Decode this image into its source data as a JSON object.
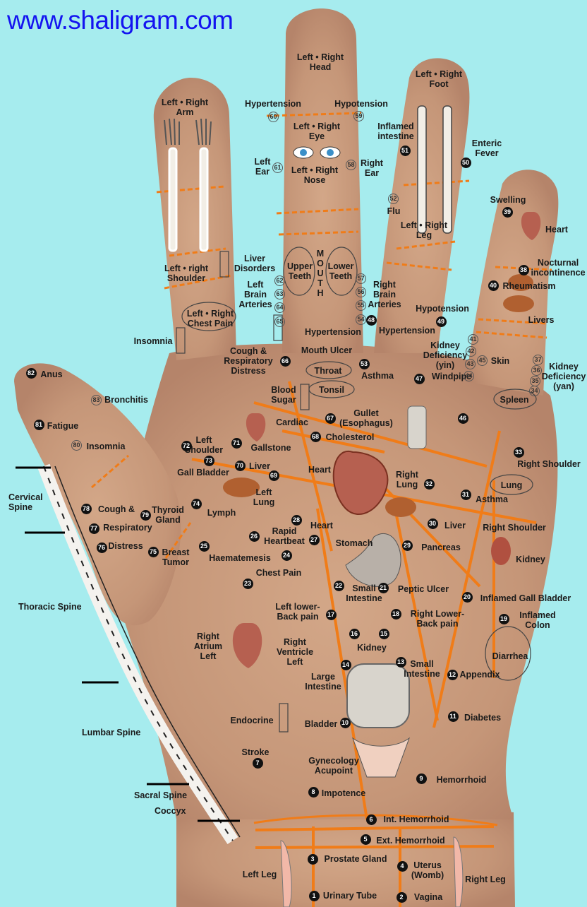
{
  "site": "www.shaligram.com",
  "labels": {
    "arm": "Left • Right\nArm",
    "head": "Left • Right\nHead",
    "foot": "Left • Right\nFoot",
    "hypertension_top": "Hypertension",
    "hypotension_top": "Hypotension",
    "eye": "Left • Right\nEye",
    "inflamed_intestine": "Inflamed\nintestine",
    "enteric_fever": "Enteric\nFever",
    "left_ear": "Left\nEar",
    "right_ear": "Right\nEar",
    "nose": "Left • Right\nNose",
    "flu": "Flu",
    "swelling": "Swelling",
    "heart_small": "Heart",
    "leg": "Left • Right\nLeg",
    "shoulder_top": "Left • right\nShoulder",
    "liver_disorders": "Liver\nDisorders",
    "upper_teeth": "Upper\nTeeth",
    "mouth": "M\nO\nU\nT\nH",
    "lower_teeth": "Lower\nTeeth",
    "left_brain": "Left\nBrain\nArteries",
    "right_brain": "Right\nBrain\nArteries",
    "nocturnal": "Nocturnal\nincontinence",
    "rheumatism": "Rheumatism",
    "hypotension_mid": "Hypotension",
    "livers": "Livers",
    "chest_pain_top": "Left • Right\nChest Pain",
    "insomnia_top": "Insomnia",
    "hypertension_mid": "Hypertension",
    "hypertension_48": "Hypertension",
    "kidney_def_yin": "Kidney\nDeficiency\n(yin)",
    "skin": "Skin",
    "kidney_def_yan": "Kidney\nDeficiency\n(yan)",
    "cough_resp": "Cough &\nRespiratory\nDistress",
    "mouth_ulcer": "Mouth Ulcer",
    "throat": "Throat",
    "asthma_53": "Asthma",
    "tonsil": "Tonsil",
    "windpipe": "Windpipe",
    "spleen": "Spleen",
    "anus": "Anus",
    "bronchitis": "Bronchitis",
    "blood_sugar": "Blood\nSugar",
    "gullet": "Gullet\n(Esophagus)",
    "cardiac": "Cardiac",
    "cholesterol": "Cholesterol",
    "fatigue": "Fatigue",
    "left_shoulder": "Left\nShoulder",
    "gallstone": "Gallstone",
    "insomnia_80": "Insomnia",
    "right_shoulder_33": "Right Shoulder",
    "gall_bladder": "Gall Bladder",
    "liver_70": "Liver",
    "heart_mid": "Heart",
    "right_lung": "Right\nLung",
    "lung_oval": "Lung",
    "left_lung": "Left\nLung",
    "asthma_31": "Asthma",
    "cough_78": "Cough &",
    "thyroid": "Thyroid\nGland",
    "lymph": "Lymph",
    "respiratory_77": "Respiratory",
    "heart_28": "Heart",
    "liver_30": "Liver",
    "right_shoulder_2": "Right Shoulder",
    "rapid_heartbeat": "Rapid\nHeartbeat",
    "distress_76": "Distress",
    "breast_tumor": "Breast\nTumor",
    "haematemesis": "Haematemesis",
    "stomach": "Stomach",
    "pancreas": "Pancreas",
    "kidney_right": "Kidney",
    "chest_pain_24": "Chest Pain",
    "small_int_22": "Small\nIntestine",
    "peptic_ulcer": "Peptic Ulcer",
    "inflamed_gb": "Inflamed Gall Bladder",
    "left_lower_back": "Left lower-\nBack pain",
    "right_lower_back": "Right Lower-\nBack pain",
    "inflamed_colon": "Inflamed\nColon",
    "right_atrium": "Right\nAtrium\nLeft",
    "right_ventricle": "Right\nVentricle\nLeft",
    "kidney_center": "Kidney",
    "diarrhea": "Diarrhea",
    "large_intestine": "Large\nIntestine",
    "small_int_13": "Small\nIntestine",
    "appendix": "Appendix",
    "endocrine": "Endocrine",
    "bladder": "Bladder",
    "diabetes": "Diabetes",
    "stroke": "Stroke",
    "gynecology": "Gynecology\nAcupoint",
    "hemorrhoid": "Hemorrhoid",
    "impotence": "Impotence",
    "int_hemorrhoid": "Int. Hemorrhoid",
    "ext_hemorrhoid": "Ext. Hemorrhoid",
    "prostate": "Prostate Gland",
    "uterus": "Uterus\n(Womb)",
    "left_leg": "Left Leg",
    "right_leg": "Right Leg",
    "urinary": "Urinary Tube",
    "vagina": "Vagina"
  },
  "spine": {
    "cervical": "Cervical\nSpine",
    "thoracic": "Thoracic Spine",
    "lumbar": "Lumbar Spine",
    "sacral": "Sacral Spine",
    "coccyx": "Coccyx"
  },
  "points": {
    "p1": "1",
    "p2": "2",
    "p3": "3",
    "p4": "4",
    "p5": "5",
    "p6": "6",
    "p7": "7",
    "p8": "8",
    "p9": "9",
    "p10": "10",
    "p11": "11",
    "p12": "12",
    "p13": "13",
    "p14": "14",
    "p15": "15",
    "p16": "16",
    "p17": "17",
    "p18": "18",
    "p19": "19",
    "p20": "20",
    "p21": "21",
    "p22": "22",
    "p23": "23",
    "p24": "24",
    "p25": "25",
    "p26": "26",
    "p27": "27",
    "p28": "28",
    "p29": "29",
    "p30": "30",
    "p31": "31",
    "p32": "32",
    "p33": "33",
    "p34": "34",
    "p35": "35",
    "p36": "36",
    "p37": "37",
    "p38": "38",
    "p39": "39",
    "p40": "40",
    "p41": "41",
    "p42": "42",
    "p43": "43",
    "p44": "44",
    "p45": "45",
    "p46": "46",
    "p47": "47",
    "p48": "48",
    "p49": "49",
    "p50": "50",
    "p51": "51",
    "p52": "52",
    "p53": "53",
    "p54": "54",
    "p55": "55",
    "p56": "56",
    "p57": "57",
    "p58": "58",
    "p59": "59",
    "p60": "60",
    "p61": "61",
    "p62": "62",
    "p63": "63",
    "p64": "64",
    "p65": "65",
    "p66": "66",
    "p67": "67",
    "p68": "68",
    "p69": "69",
    "p70": "70",
    "p71": "71",
    "p72": "72",
    "p73": "73",
    "p74": "74",
    "p75": "75",
    "p76": "76",
    "p77": "77",
    "p78": "78",
    "p79": "79",
    "p80": "80",
    "p81": "81",
    "p82": "82",
    "p83": "83"
  },
  "colors": {
    "background": "#a6ecee",
    "skin": "#c79a7c",
    "lines": "#f07c18",
    "site": "#1414f0",
    "point": "#111111"
  }
}
